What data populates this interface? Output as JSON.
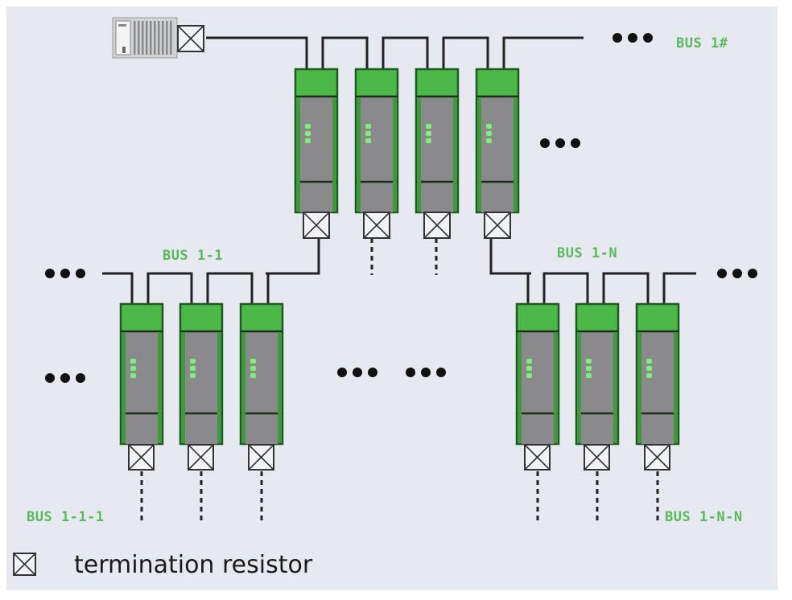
{
  "diagram": {
    "title": "Bus topology with termination resistors",
    "controller": {
      "icon": "plc-controller-icon",
      "terminated": true
    },
    "buses": [
      {
        "id": "bus-1",
        "label": "BUS 1#",
        "continues": true
      },
      {
        "id": "bus-1-1",
        "label": "BUS 1-1",
        "continues_left": true
      },
      {
        "id": "bus-1-n",
        "label": "BUS 1-N",
        "continues_right": true
      },
      {
        "id": "bus-1-1-1",
        "label": "BUS 1-1-1"
      },
      {
        "id": "bus-1-n-n",
        "label": "BUS 1-N-N"
      }
    ],
    "module_groups": [
      {
        "bus": "BUS 1#",
        "module_count": 4,
        "ellipsis_after": true
      },
      {
        "bus": "BUS 1-1",
        "module_count": 3,
        "ellipsis_before": true
      },
      {
        "bus": "BUS 1-N",
        "module_count": 3
      }
    ],
    "ellipsis_symbol": "•••",
    "legend": {
      "icon": "termination-resistor-icon",
      "label": "termination resistor"
    },
    "colors": {
      "background": "#e6e9f0",
      "module_green": "#4cb848",
      "module_border": "#1f5a24",
      "module_body": "#8a8a8c",
      "led_green": "#7ef07a",
      "bus_label_green": "#5cb85c",
      "line": "#222222"
    }
  }
}
